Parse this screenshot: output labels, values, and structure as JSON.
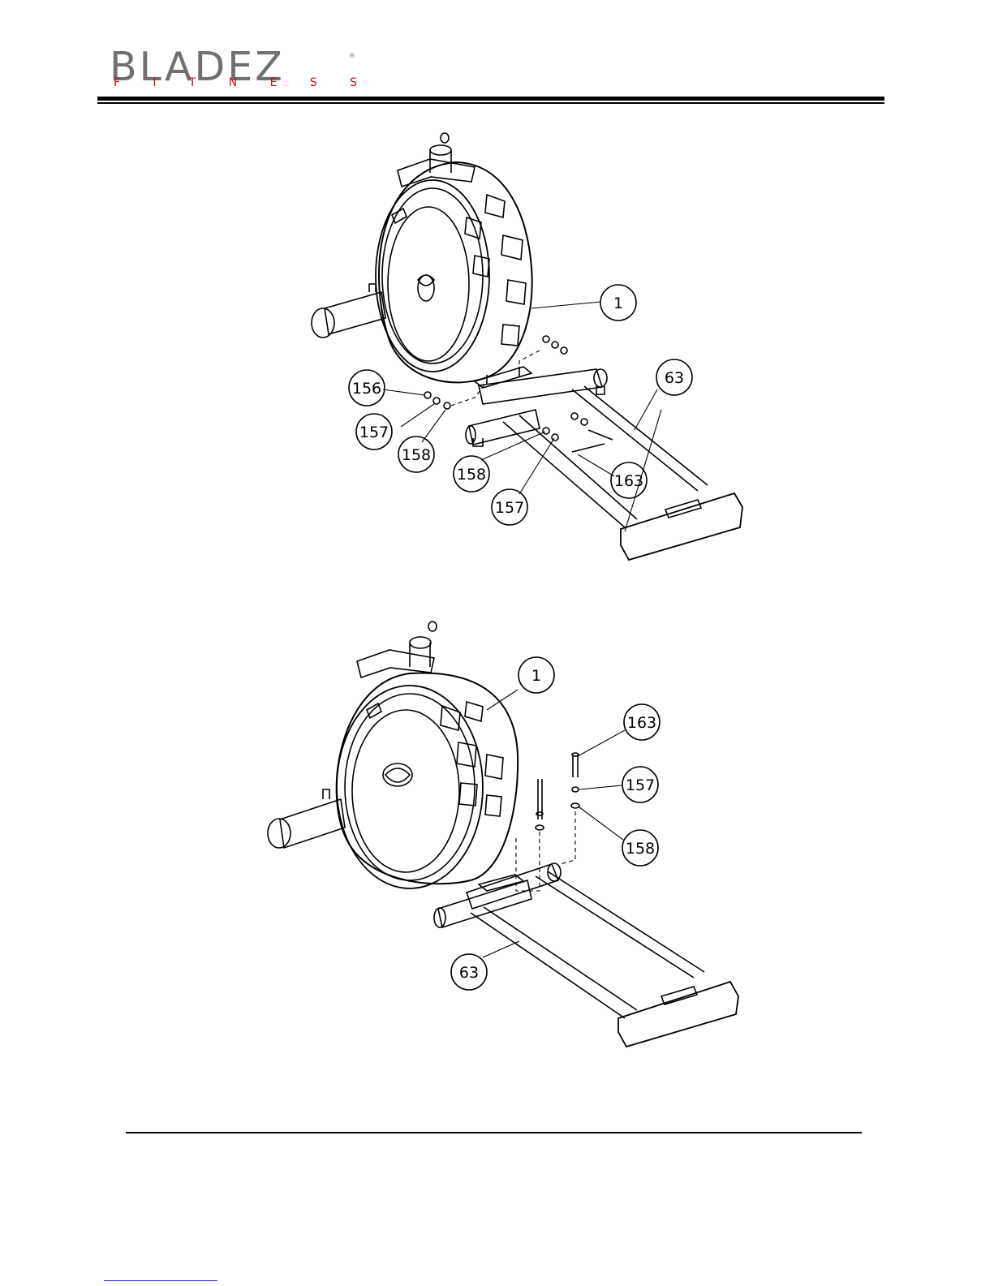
{
  "logo": {
    "brand": "BLADEZ",
    "registered": "®",
    "sub_letters": [
      "F",
      "I",
      "T",
      "N",
      "E",
      "S",
      "S"
    ]
  },
  "figure_top": {
    "callouts": [
      "1",
      "63",
      "156",
      "157",
      "158",
      "158",
      "163",
      "157"
    ]
  },
  "figure_bottom": {
    "callouts": [
      "1",
      "163",
      "157",
      "158",
      "63"
    ]
  }
}
